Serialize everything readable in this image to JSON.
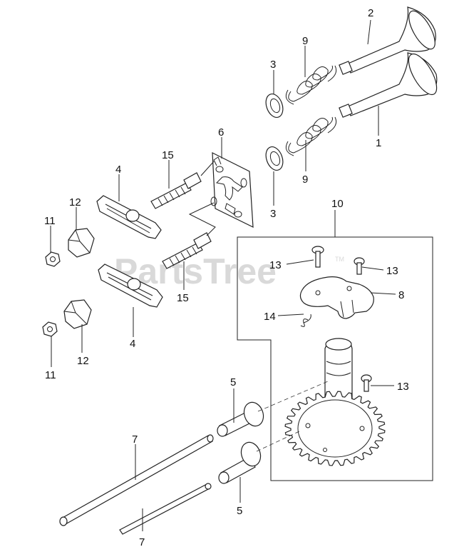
{
  "watermark": {
    "text": "PartsTree",
    "trademark": "TM"
  },
  "callouts": [
    {
      "id": "c-2",
      "label": "2"
    },
    {
      "id": "c-9a",
      "label": "9"
    },
    {
      "id": "c-3a",
      "label": "3"
    },
    {
      "id": "c-1",
      "label": "1"
    },
    {
      "id": "c-6",
      "label": "6"
    },
    {
      "id": "c-15a",
      "label": "15"
    },
    {
      "id": "c-4a",
      "label": "4"
    },
    {
      "id": "c-9b",
      "label": "9"
    },
    {
      "id": "c-3b",
      "label": "3"
    },
    {
      "id": "c-12a",
      "label": "12"
    },
    {
      "id": "c-11a",
      "label": "11"
    },
    {
      "id": "c-10",
      "label": "10"
    },
    {
      "id": "c-13a",
      "label": "13"
    },
    {
      "id": "c-13b",
      "label": "13"
    },
    {
      "id": "c-8",
      "label": "8"
    },
    {
      "id": "c-14",
      "label": "14"
    },
    {
      "id": "c-15b",
      "label": "15"
    },
    {
      "id": "c-4b",
      "label": "4"
    },
    {
      "id": "c-12b",
      "label": "12"
    },
    {
      "id": "c-11b",
      "label": "11"
    },
    {
      "id": "c-5a",
      "label": "5"
    },
    {
      "id": "c-13c",
      "label": "13"
    },
    {
      "id": "c-7a",
      "label": "7"
    },
    {
      "id": "c-5b",
      "label": "5"
    },
    {
      "id": "c-7b",
      "label": "7"
    }
  ]
}
